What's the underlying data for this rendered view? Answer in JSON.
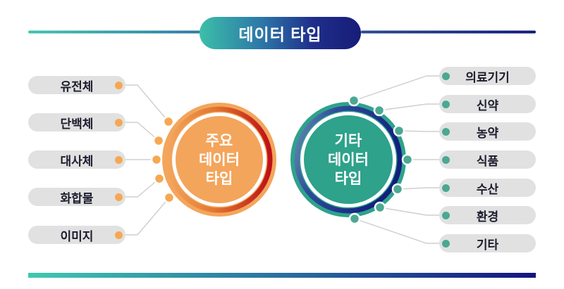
{
  "title": {
    "text": "데이터 타입"
  },
  "main_circle": {
    "label": "주요 데이터 타입",
    "lines": [
      "주요",
      "데이터",
      "타입"
    ]
  },
  "other_circle": {
    "label": "기타 데이터 타입",
    "lines": [
      "기타",
      "데이터",
      "타입"
    ]
  },
  "left_items": [
    {
      "label": "유전체"
    },
    {
      "label": "단백체"
    },
    {
      "label": "대사체"
    },
    {
      "label": "화합물"
    },
    {
      "label": "이미지"
    }
  ],
  "right_items": [
    {
      "label": "의료기기"
    },
    {
      "label": "신약"
    },
    {
      "label": "농약"
    },
    {
      "label": "식품"
    },
    {
      "label": "수산"
    },
    {
      "label": "환경"
    },
    {
      "label": "기타"
    }
  ],
  "colors": {
    "header_teal": "#3CBFA9",
    "header_navy": "#161D78",
    "main_circle_orange": "#F3A55C",
    "main_ring_red": "#BD1117",
    "other_circle_teal": "#2EA28B",
    "other_ring_navy": "#131F7D",
    "pill_gray": "#E1E1E1",
    "pill_text": "#1C1C2E",
    "left_dot_orange": "#F6A851",
    "right_dot_teal": "#4BA893",
    "connector_gray": "#CFCFCF"
  }
}
